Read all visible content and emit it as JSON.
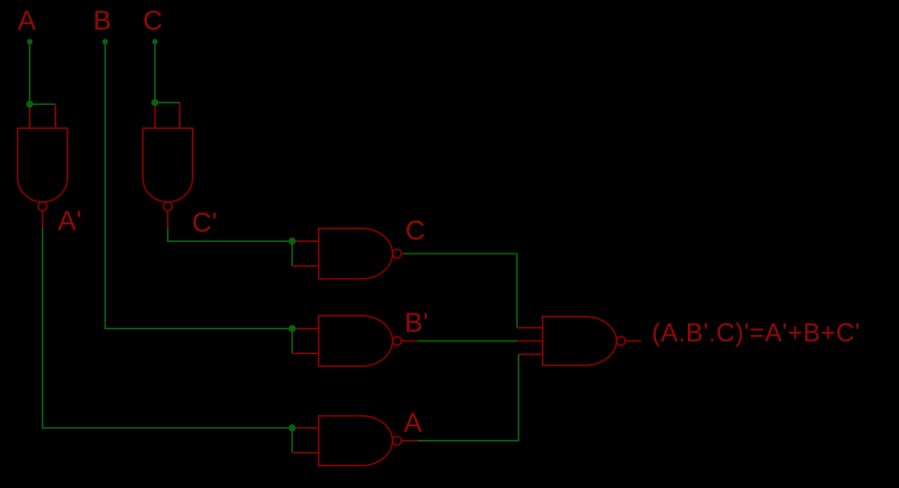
{
  "colors": {
    "background": "#000000",
    "wire": "#0a640a",
    "gate": "#8b0000",
    "text": "#970909"
  },
  "labels": {
    "input_a": "A",
    "input_b": "B",
    "input_c": "C",
    "not_a_output": "A'",
    "not_c_output": "C'",
    "nand_c_output": "C",
    "nand_b_output": "B'",
    "nand_a_output": "A",
    "final_output": "(A.B'.C)'=A'+B+C'"
  },
  "circuit": {
    "type": "nand-logic-diagram",
    "inputs": [
      "A",
      "B",
      "C"
    ],
    "gates": [
      {
        "id": "not_a",
        "type": "NAND",
        "inputs": [
          "A",
          "A"
        ],
        "output": "A'"
      },
      {
        "id": "not_c",
        "type": "NAND",
        "inputs": [
          "C",
          "C"
        ],
        "output": "C'"
      },
      {
        "id": "nand_c",
        "type": "NAND",
        "inputs": [
          "C'",
          "C'"
        ],
        "output": "C"
      },
      {
        "id": "nand_b",
        "type": "NAND",
        "inputs": [
          "B",
          "B"
        ],
        "output": "B'"
      },
      {
        "id": "nand_a",
        "type": "NAND",
        "inputs": [
          "A'",
          "A'"
        ],
        "output": "A"
      },
      {
        "id": "final",
        "type": "NAND",
        "inputs": [
          "C",
          "B'",
          "A"
        ],
        "output": "(A.B'.C)'=A'+B+C'"
      }
    ],
    "expression": "(A.B'.C)'=A'+B+C'"
  }
}
